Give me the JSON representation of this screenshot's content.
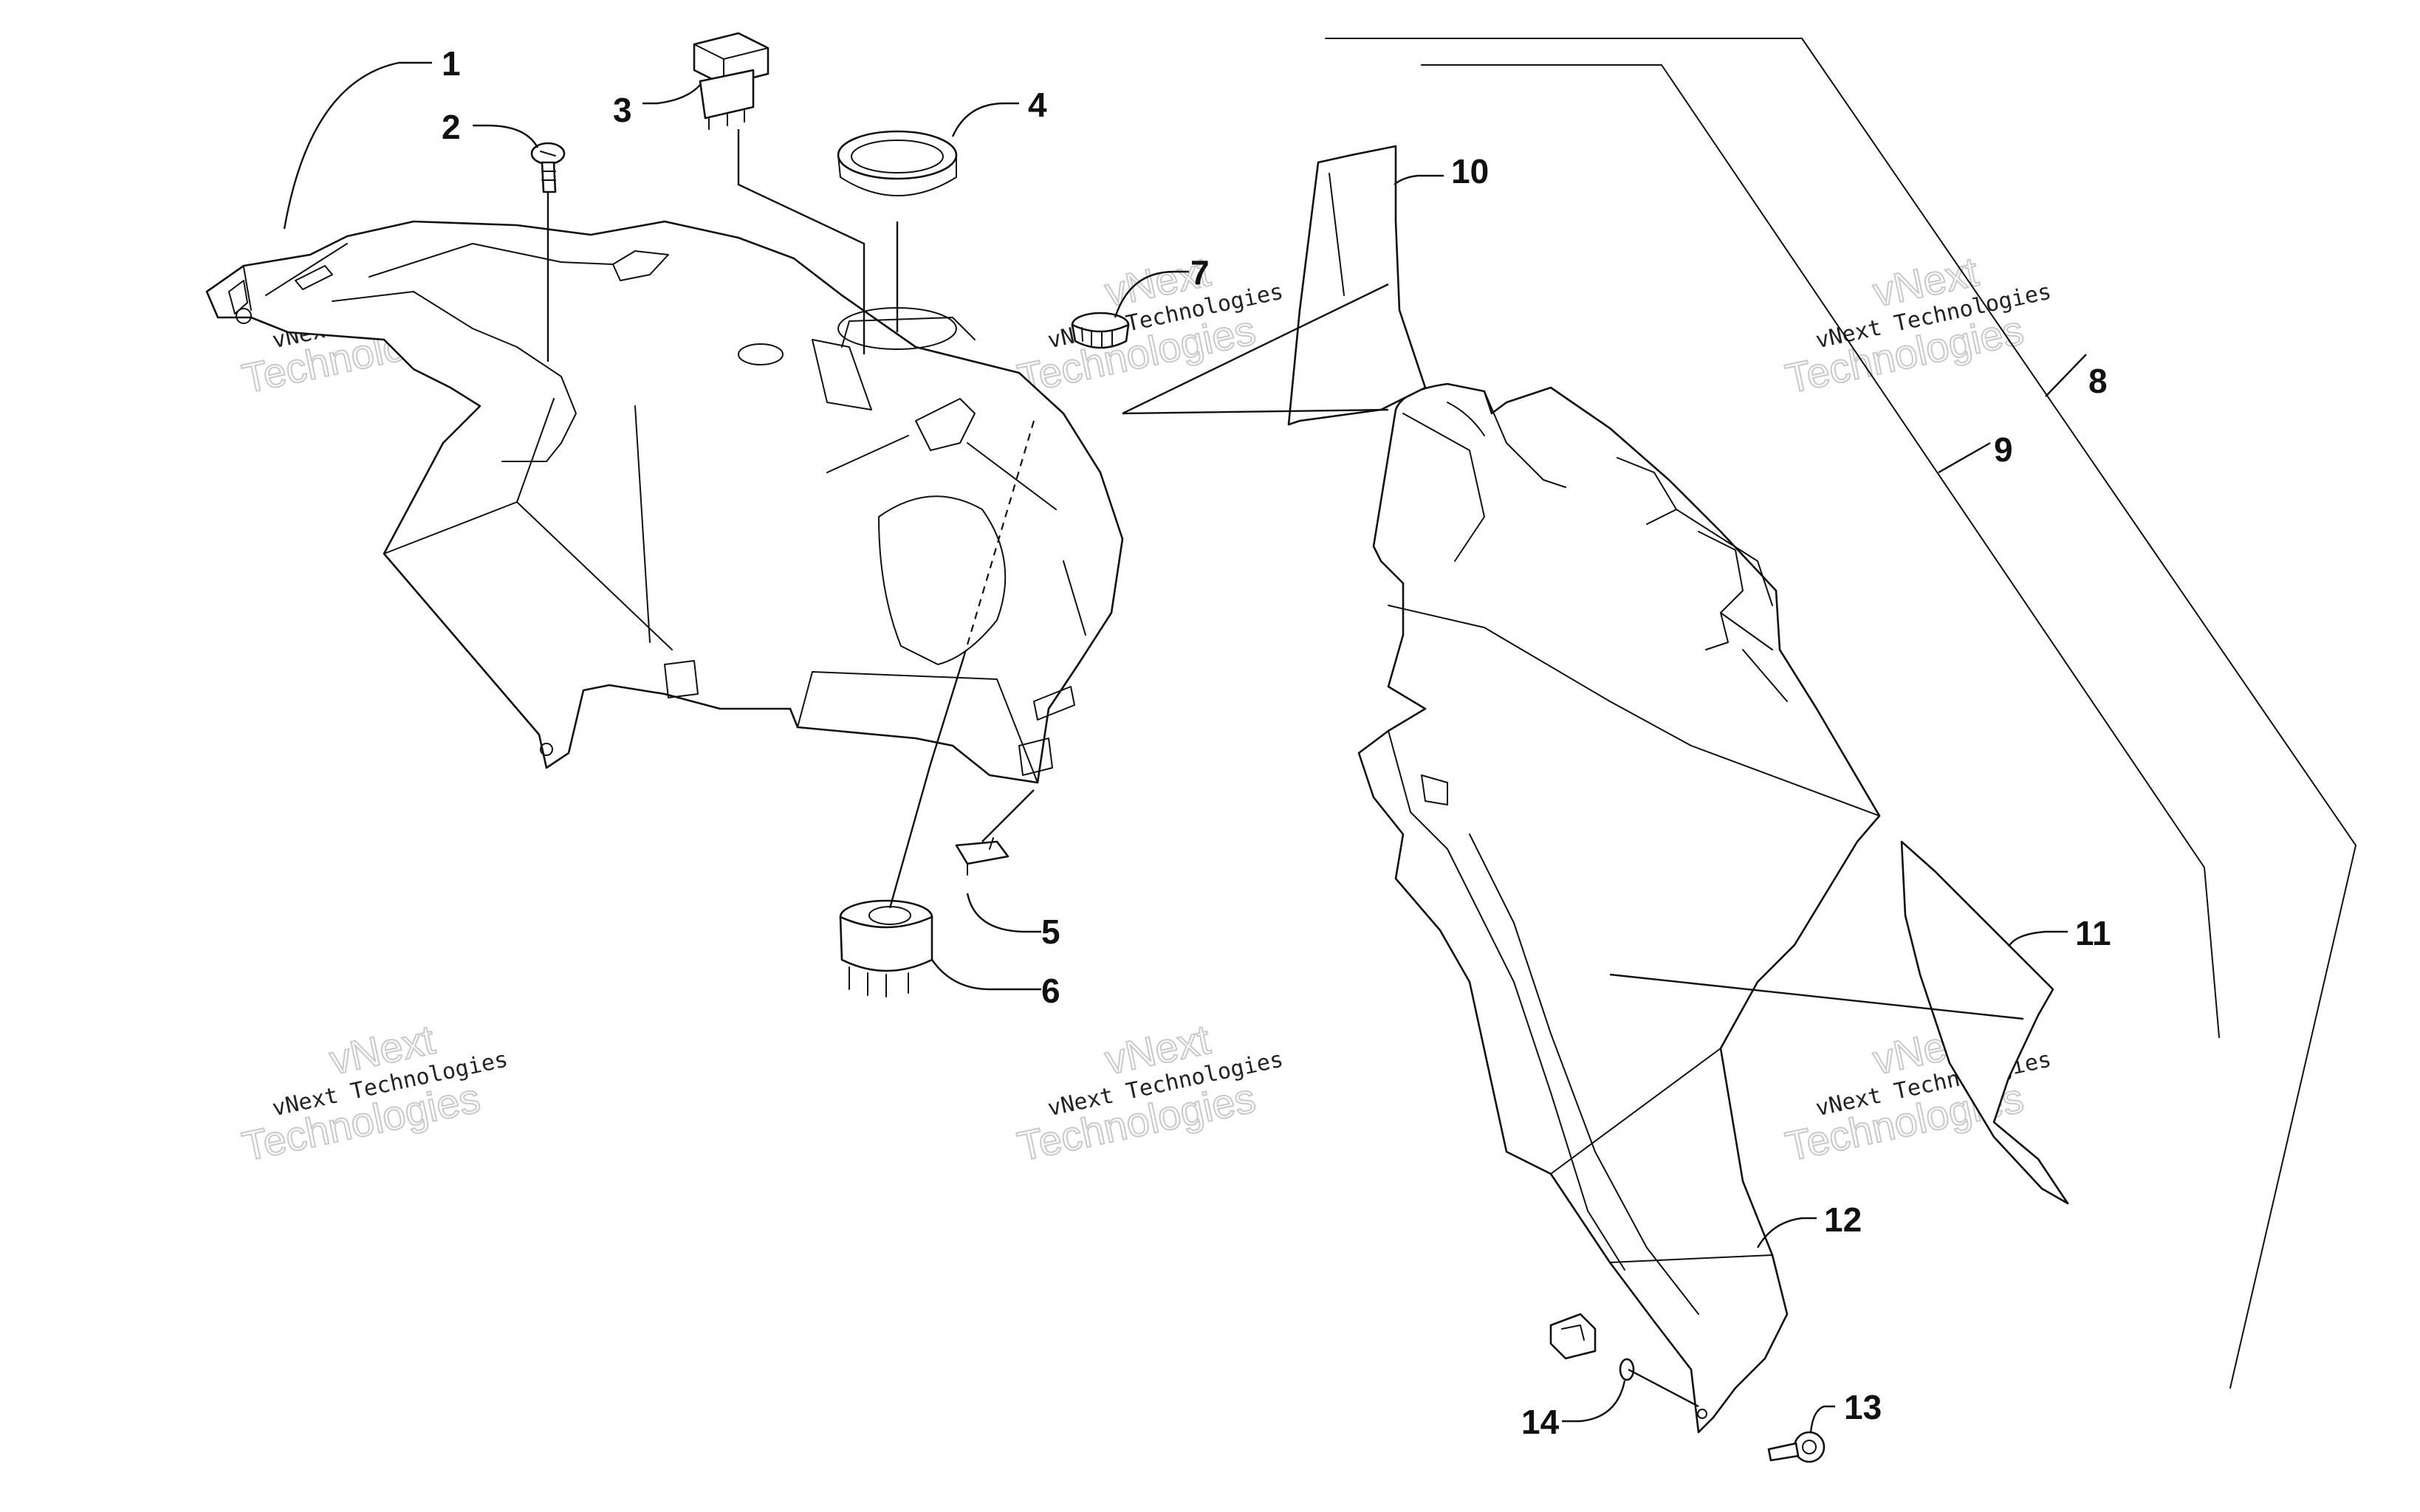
{
  "callouts": [
    "1",
    "2",
    "3",
    "4",
    "5",
    "6",
    "7",
    "8",
    "9",
    "10",
    "11",
    "12",
    "13",
    "14"
  ],
  "watermark": {
    "line1": "vNext",
    "line2": "vNext Technologies",
    "line3": "Technologies"
  }
}
